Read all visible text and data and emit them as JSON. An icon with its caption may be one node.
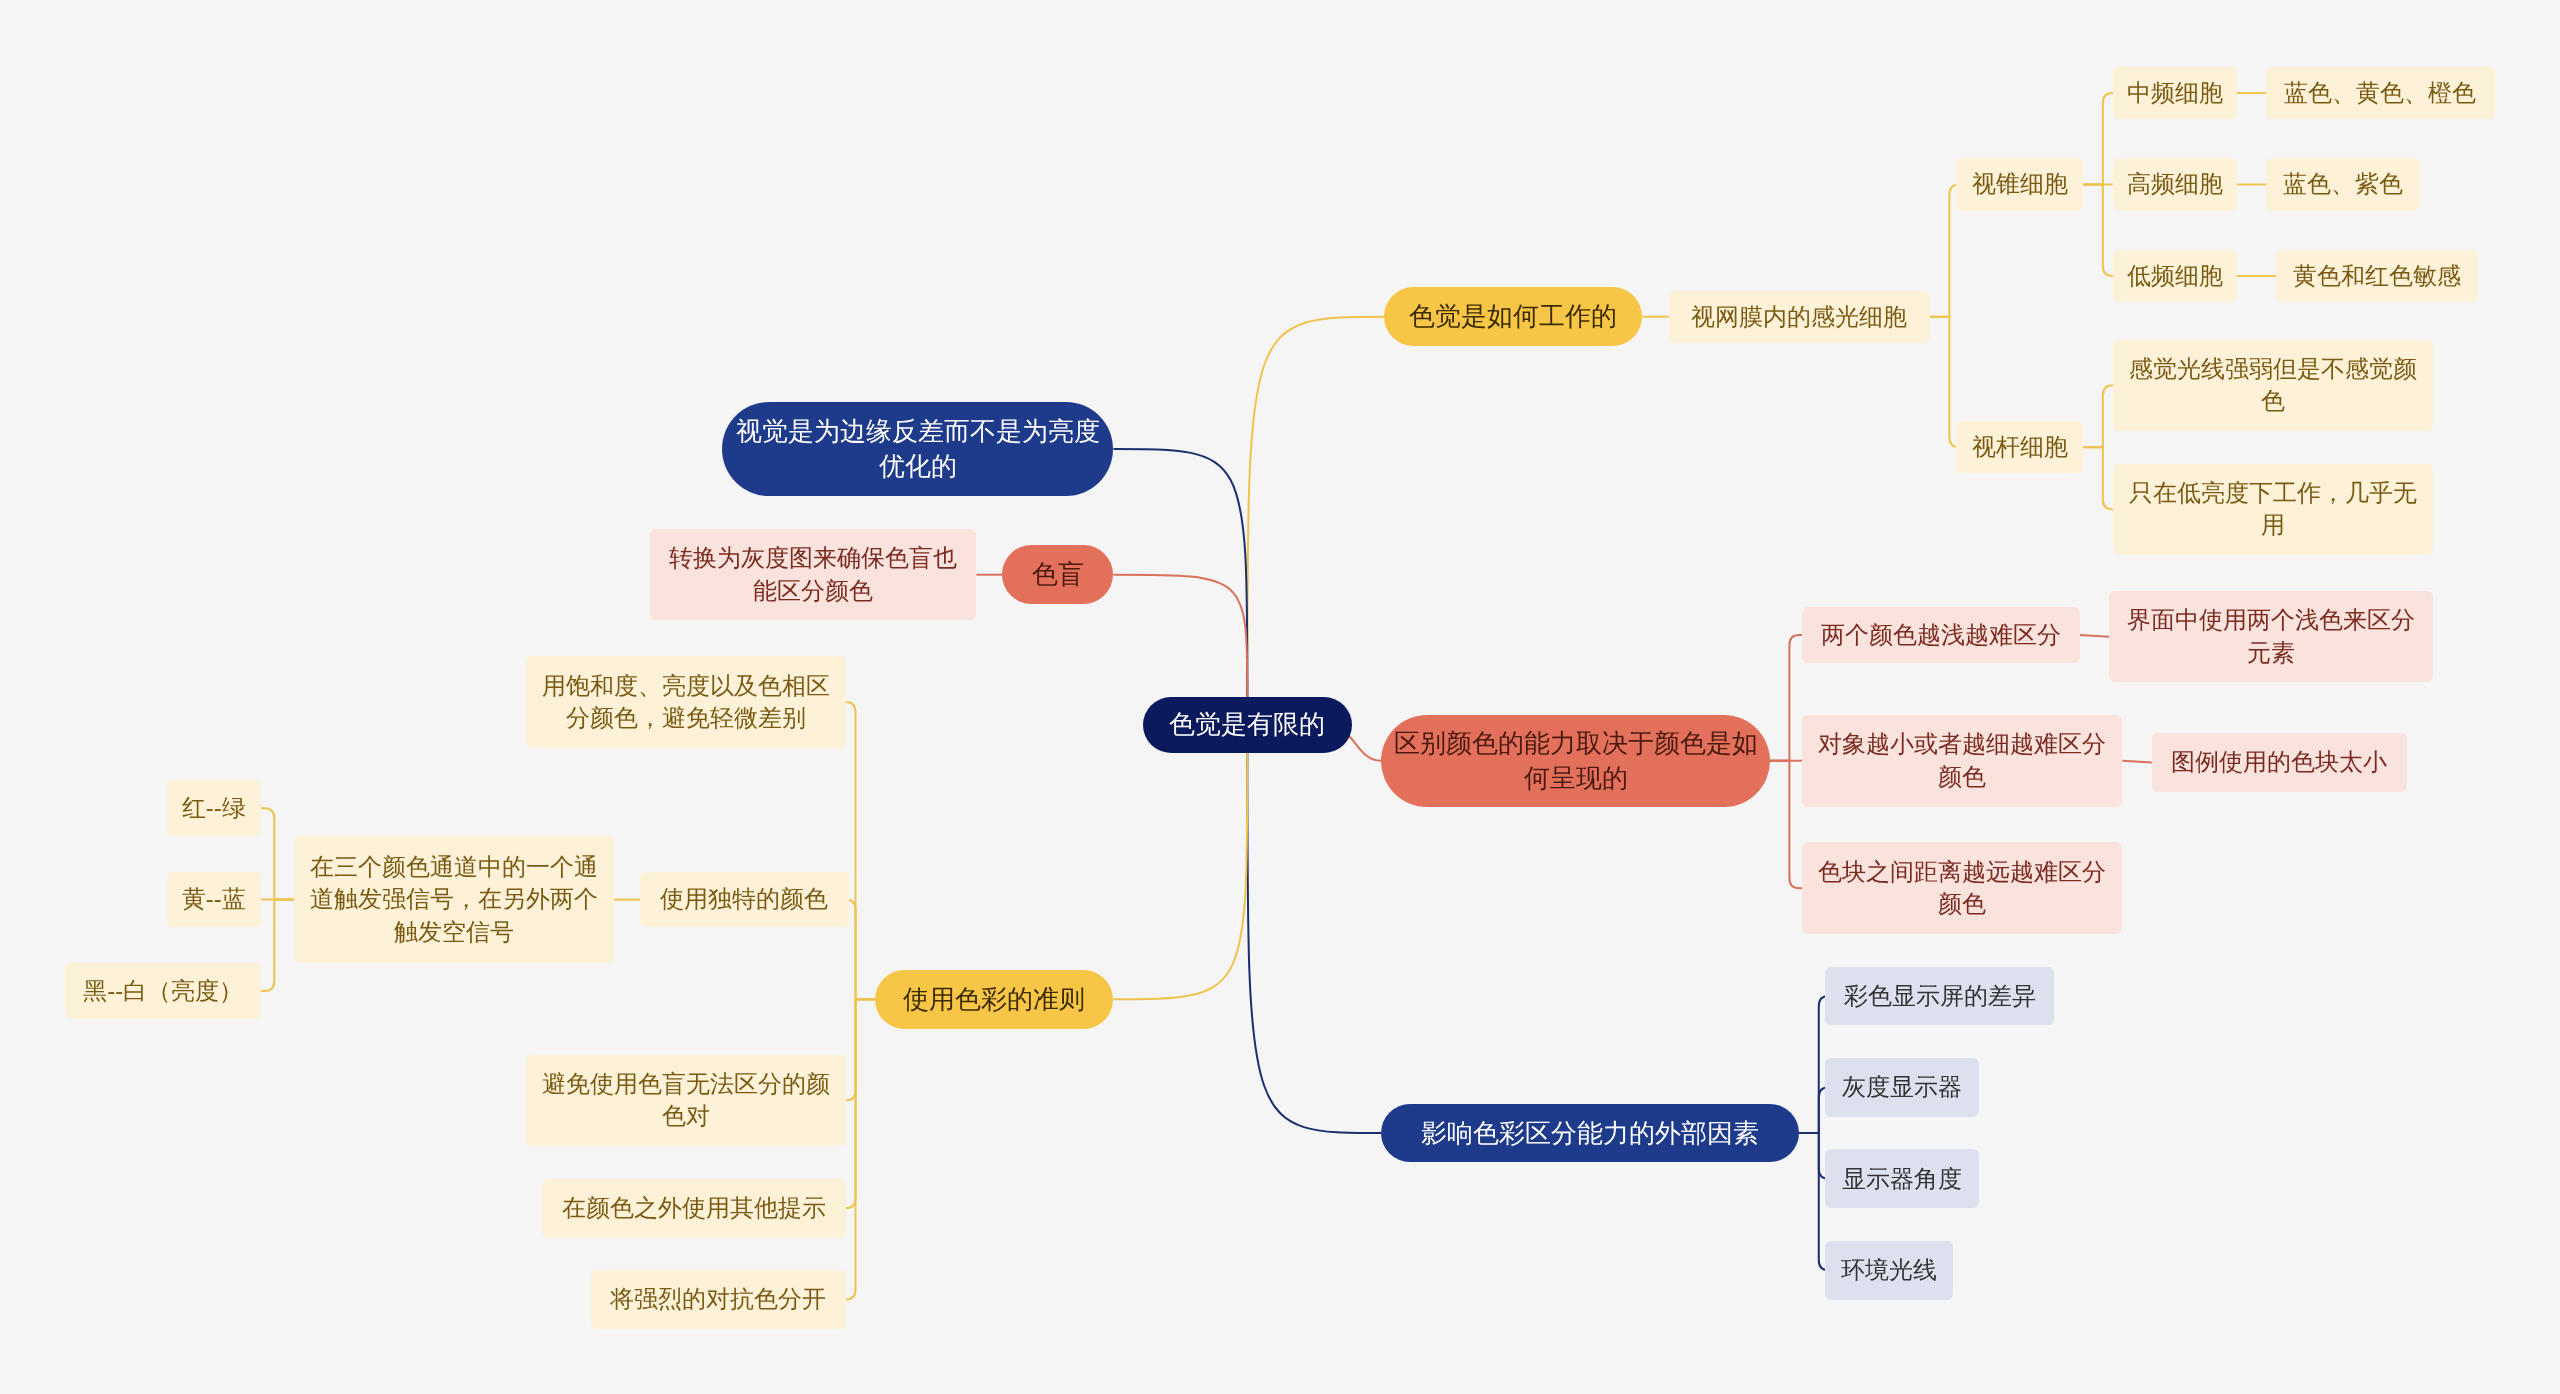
{
  "diagram": {
    "nodes": [
      {
        "text": [
          "色觉是有限的"
        ]
      },
      {
        "text": [
          "色觉是如何工作的"
        ]
      },
      {
        "text": [
          "视网膜内的感光细胞"
        ]
      },
      {
        "text": [
          "视锥细胞"
        ]
      },
      {
        "text": [
          "中频细胞"
        ]
      },
      {
        "text": [
          "蓝色、黄色、橙色"
        ]
      },
      {
        "text": [
          "高频细胞"
        ]
      },
      {
        "text": [
          "蓝色、紫色"
        ]
      },
      {
        "text": [
          "低频细胞"
        ]
      },
      {
        "text": [
          "黄色和红色敏感"
        ]
      },
      {
        "text": [
          "视杆细胞"
        ]
      },
      {
        "text": [
          "感觉光线强弱但是不感觉颜色"
        ]
      },
      {
        "text": [
          "只在低亮度下工作，几乎无用"
        ]
      },
      {
        "text": [
          "区别颜色的能力取决于颜色是如何呈现的"
        ]
      },
      {
        "text": [
          "两个颜色越浅越难区分"
        ]
      },
      {
        "text": [
          "界面中使用两个浅色来区分元素"
        ]
      },
      {
        "text": [
          "对象越小或者越细越难区分颜色"
        ]
      },
      {
        "text": [
          "图例使用的色块太小"
        ]
      },
      {
        "text": [
          "色块之间距离越远越难区分颜色"
        ]
      },
      {
        "text": [
          "影响色彩区分能力的外部因素"
        ]
      },
      {
        "text": [
          "彩色显示屏的差异"
        ]
      },
      {
        "text": [
          "灰度显示器"
        ]
      },
      {
        "text": [
          "显示器角度"
        ]
      },
      {
        "text": [
          "环境光线"
        ]
      },
      {
        "text": [
          "视觉是为边缘反差而不是为亮度优化的"
        ]
      },
      {
        "text": [
          "色盲"
        ]
      },
      {
        "text": [
          "转换为灰度图来确保色盲也能区分颜色"
        ]
      },
      {
        "text": [
          "使用色彩的准则"
        ]
      },
      {
        "text": [
          "用饱和度、亮度以及色相区分颜色，避免轻微差别"
        ]
      },
      {
        "text": [
          "使用独特的颜色"
        ]
      },
      {
        "text": [
          "在三个颜色通道中的一个通道触发强信号，在另外两个触发空信号"
        ]
      },
      {
        "text": [
          "红--绿"
        ]
      },
      {
        "text": [
          "黄--蓝"
        ]
      },
      {
        "text": [
          "黑--白（亮度）"
        ]
      },
      {
        "text": [
          "避免使用色盲无法区分的颜色对"
        ]
      },
      {
        "text": [
          "在颜色之外使用其他提示"
        ]
      },
      {
        "text": [
          "将强烈的对抗色分开"
        ]
      }
    ],
    "edges": [
      {
        "from": 0,
        "to": 1,
        "arrow": "none"
      },
      {
        "from": 1,
        "to": 2,
        "arrow": "none"
      },
      {
        "from": 2,
        "to": 3,
        "arrow": "none"
      },
      {
        "from": 3,
        "to": 4,
        "arrow": "none"
      },
      {
        "from": 4,
        "to": 5,
        "arrow": "none"
      },
      {
        "from": 3,
        "to": 6,
        "arrow": "none"
      },
      {
        "from": 6,
        "to": 7,
        "arrow": "none"
      },
      {
        "from": 3,
        "to": 8,
        "arrow": "none"
      },
      {
        "from": 8,
        "to": 9,
        "arrow": "none"
      },
      {
        "from": 2,
        "to": 10,
        "arrow": "none"
      },
      {
        "from": 10,
        "to": 11,
        "arrow": "none"
      },
      {
        "from": 10,
        "to": 12,
        "arrow": "none"
      },
      {
        "from": 0,
        "to": 13,
        "arrow": "none",
        "color": "#d9715c"
      },
      {
        "from": 13,
        "to": 14,
        "arrow": "none",
        "color": "#d9715c"
      },
      {
        "from": 14,
        "to": 15,
        "arrow": "none",
        "color": "#d9715c"
      },
      {
        "from": 13,
        "to": 16,
        "arrow": "none",
        "color": "#d9715c"
      },
      {
        "from": 16,
        "to": 17,
        "arrow": "none",
        "color": "#d9715c"
      },
      {
        "from": 13,
        "to": 18,
        "arrow": "none",
        "color": "#d9715c"
      },
      {
        "from": 0,
        "to": 19,
        "arrow": "none",
        "color": "#1b2f6e"
      },
      {
        "from": 19,
        "to": 20,
        "arrow": "none",
        "color": "#1b2f6e"
      },
      {
        "from": 19,
        "to": 21,
        "arrow": "none",
        "color": "#1b2f6e"
      },
      {
        "from": 19,
        "to": 22,
        "arrow": "none",
        "color": "#1b2f6e"
      },
      {
        "from": 19,
        "to": 23,
        "arrow": "none",
        "color": "#1b2f6e"
      },
      {
        "from": 0,
        "to": 24,
        "arrow": "none",
        "color": "#1b2f6e"
      },
      {
        "from": 0,
        "to": 25,
        "arrow": "none",
        "color": "#d9715c"
      },
      {
        "from": 25,
        "to": 26,
        "arrow": "none",
        "color": "#d9715c"
      },
      {
        "from": 0,
        "to": 27,
        "arrow": "none"
      },
      {
        "from": 27,
        "to": 28,
        "arrow": "none"
      },
      {
        "from": 27,
        "to": 29,
        "arrow": "none"
      },
      {
        "from": 29,
        "to": 30,
        "arrow": "none"
      },
      {
        "from": 30,
        "to": 31,
        "arrow": "none"
      },
      {
        "from": 30,
        "to": 32,
        "arrow": "none"
      },
      {
        "from": 30,
        "to": 33,
        "arrow": "none"
      },
      {
        "from": 27,
        "to": 34,
        "arrow": "none"
      },
      {
        "from": 27,
        "to": 35,
        "arrow": "none"
      },
      {
        "from": 27,
        "to": 36,
        "arrow": "none"
      }
    ]
  }
}
